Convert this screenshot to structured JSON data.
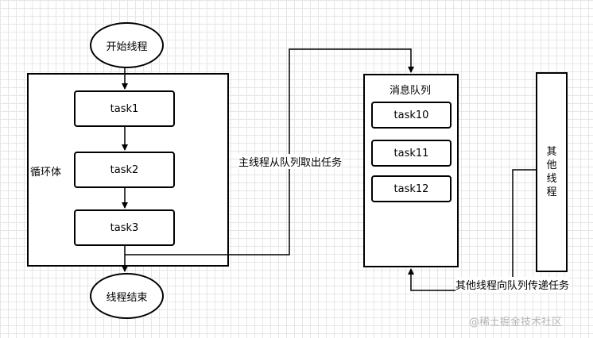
{
  "nodes": {
    "start": "开始线程",
    "end": "线程结束",
    "loop_label": "循环体",
    "tasks_loop": [
      "task1",
      "task2",
      "task3"
    ],
    "queue_title": "消息队列",
    "tasks_queue": [
      "task10",
      "task11",
      "task12"
    ],
    "other_thread": "其他线程"
  },
  "edges": {
    "main_take": "主线程从队列取出任务",
    "other_send": "其他线程向队列传递任务"
  },
  "watermark": "@稀土掘金技术社区"
}
